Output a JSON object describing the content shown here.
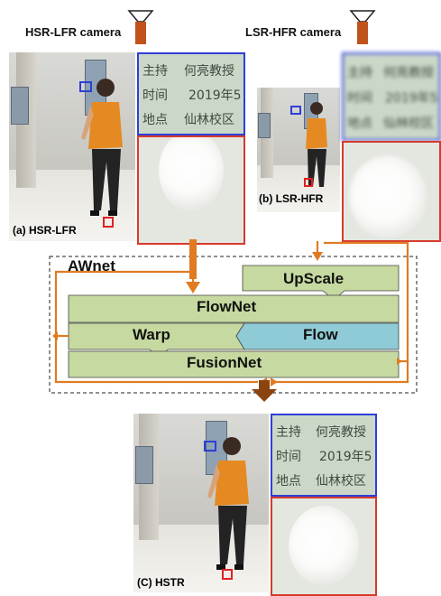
{
  "cameras": {
    "hsr_lfr": "HSR-LFR camera",
    "lsr_hfr": "LSR-HFR camera"
  },
  "captions": {
    "a": "(a) HSR-LFR",
    "b": "(b) LSR-HFR",
    "c": "(C) HSTR"
  },
  "zoom_text": {
    "row1": [
      "主持",
      "何亮教授"
    ],
    "row2": [
      "时间",
      "2019年5"
    ],
    "row3": [
      "地点",
      "仙林校区"
    ]
  },
  "network": {
    "name": "AWnet",
    "blocks": {
      "upscale": "UpScale",
      "flownet": "FlowNet",
      "warp": "Warp",
      "flow": "Flow",
      "fusionnet": "FusionNet"
    }
  },
  "colors": {
    "block_green": "#c6d9a0",
    "block_blue": "#8fcbd6",
    "arrow_orange": "#e07b22",
    "arrow_brown": "#8a4410",
    "camera_body": "#c0521c",
    "zoom_blue": "#2d3fd6",
    "zoom_red": "#d63a2d"
  },
  "icons": [
    "camera-icon"
  ]
}
